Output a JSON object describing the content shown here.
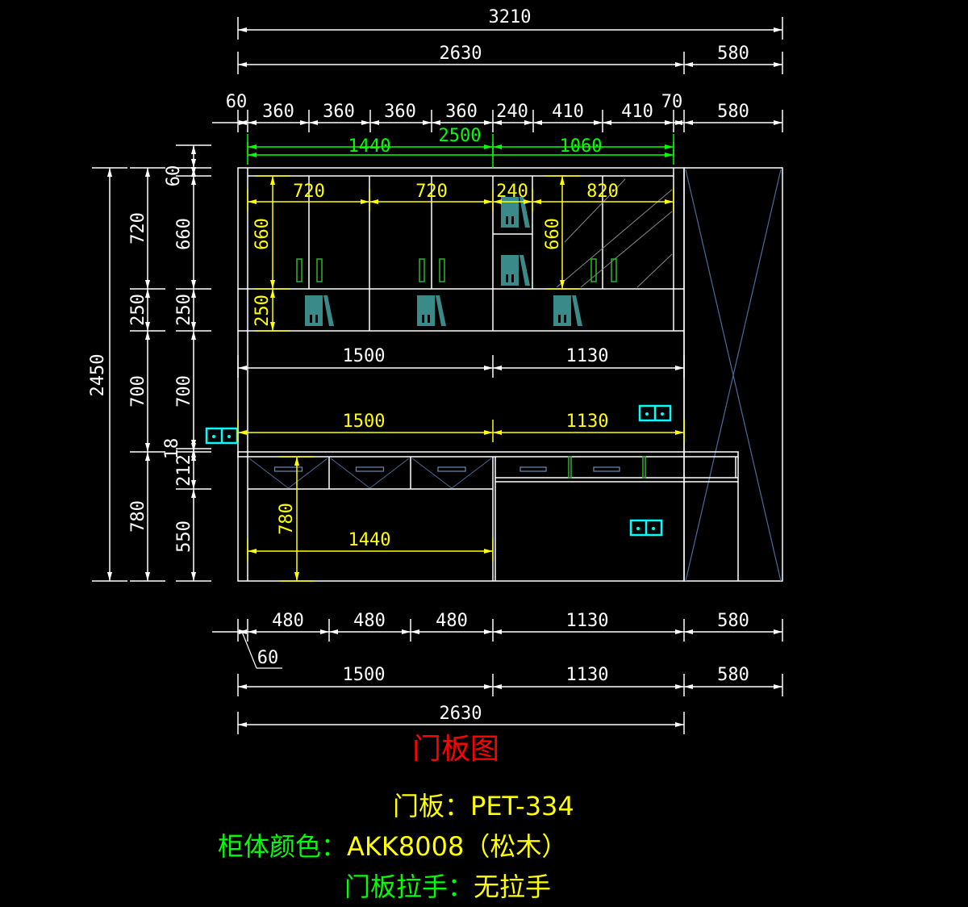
{
  "colors": {
    "background": "#000000",
    "line": "#ffffff",
    "dim_yellow": "#ffff00",
    "dim_green": "#00ff00",
    "title_red": "#ff0000",
    "outlet": "#00ffff",
    "book": "#3a8a8a",
    "handle": "#2fb52f"
  },
  "top_dims": {
    "overall": "3210",
    "row2": [
      "2630",
      "580"
    ],
    "row3": [
      "60",
      "360",
      "360",
      "360",
      "360",
      "240",
      "410",
      "410",
      "70",
      "580"
    ],
    "green": [
      "2500",
      "1440",
      "1060"
    ]
  },
  "inner_dims": {
    "upper_widths": [
      "720",
      "720",
      "240",
      "820"
    ],
    "upper_heights": [
      "660",
      "250",
      "660"
    ],
    "mid_white": [
      "1500",
      "1130"
    ],
    "mid_yellow": [
      "1500",
      "1130"
    ],
    "lower": [
      "780",
      "1440"
    ]
  },
  "left_dims": {
    "total": "2450",
    "col1": [
      "720",
      "250",
      "700",
      "780"
    ],
    "col2": [
      "60",
      "660",
      "250",
      "700",
      "18",
      "212",
      "550"
    ]
  },
  "bottom_dims": {
    "row1": [
      "60",
      "480",
      "480",
      "480",
      "1130",
      "580"
    ],
    "row2": [
      "1500",
      "1130",
      "580"
    ],
    "total": "2630"
  },
  "title": "门板图",
  "specs": [
    {
      "label": "门板：",
      "value": "PET-334"
    },
    {
      "label": "柜体颜色：",
      "value": "AKK8008（松木）"
    },
    {
      "label": "门板拉手：",
      "value": "无拉手"
    }
  ]
}
